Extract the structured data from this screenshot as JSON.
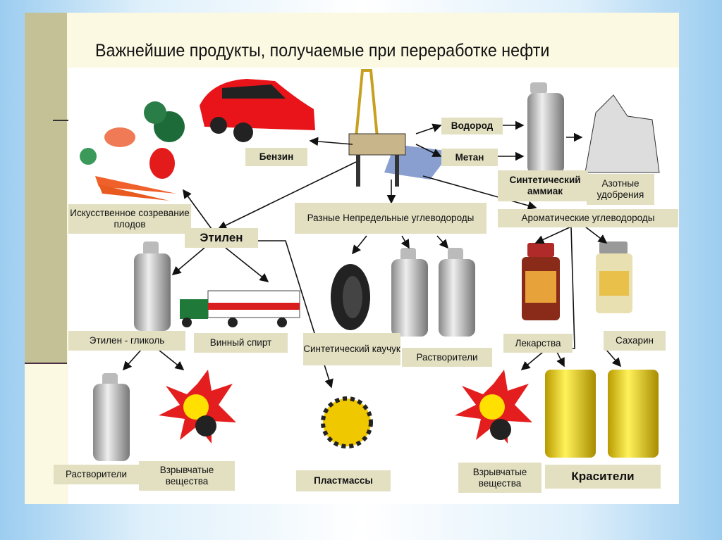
{
  "title": "Важнейшие продукты, получаемые при переработке нефти",
  "labels": {
    "benzin": "Бензин",
    "vodorod": "Водород",
    "metan": "Метан",
    "ammiak": "Синтетический аммиак",
    "udobreniya": "Азотные удобрения",
    "sozrevanie": "Искусственное созревание плодов",
    "etilen": "Этилен",
    "nepredelnye": "Разные Непредельные углеводороды",
    "aromaticheskie": "Ароматические углеводороды",
    "glikol": "Этилен - гликоль",
    "spirt": "Винный спирт",
    "kauchuk": "Синтетический каучук",
    "rastvoriteli_mid": "Растворители",
    "lekarstva": "Лекарства",
    "saharin": "Сахарин",
    "rastvoriteli_left": "Растворители",
    "vzryv_left": "Взрывчатые вещества",
    "plastmassy": "Пластмассы",
    "vzryv_right": "Взрывчатые вещества",
    "krasiteli": "Красители"
  }
}
